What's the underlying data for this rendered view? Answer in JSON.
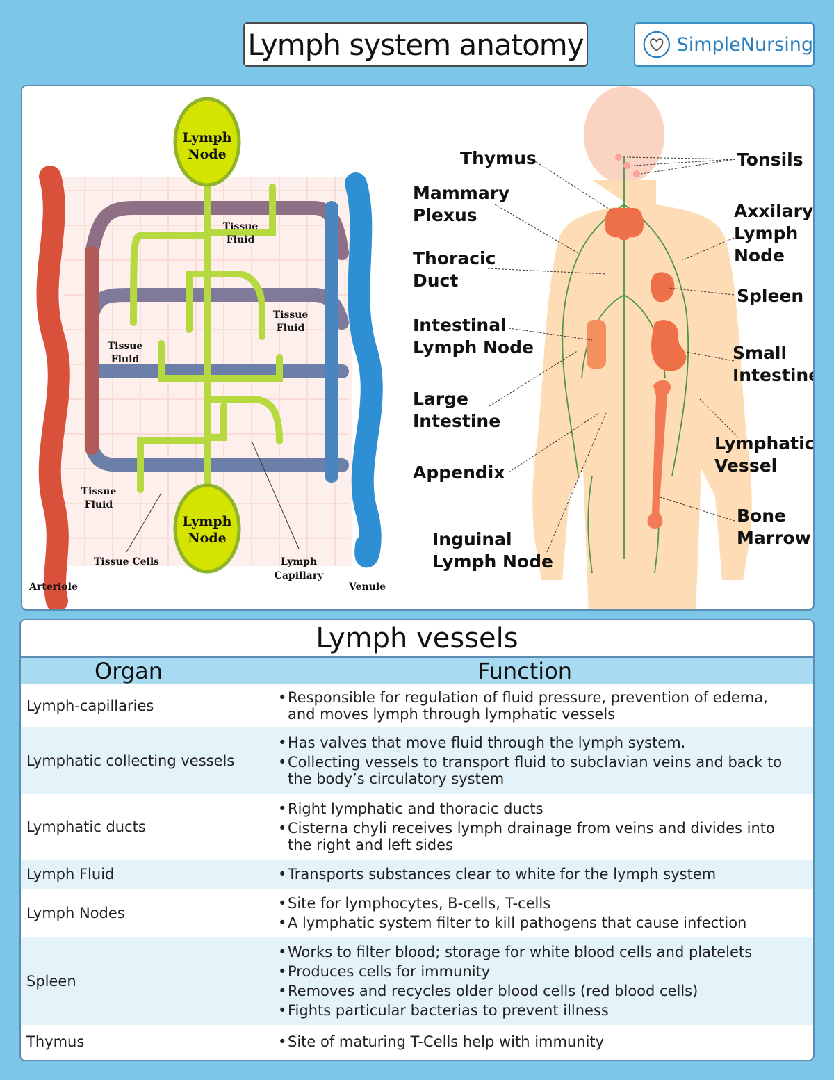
{
  "header": {
    "title": "Lymph system anatomy",
    "brand": "SimpleNursing"
  },
  "capillary_diagram": {
    "lymph_node_top": [
      "Lymph",
      "Node"
    ],
    "lymph_node_bottom": [
      "Lymph",
      "Node"
    ],
    "tissue_fluid": [
      "Tissue",
      "Fluid"
    ],
    "tissue_cells": "Tissue Cells",
    "lymph_capillary": [
      "Lymph",
      "Capillary"
    ],
    "arteriole": "Arteriole",
    "venule": "Venule"
  },
  "body_diagram": {
    "thymus": "Thymus",
    "mammary_plexus": [
      "Mammary",
      "Plexus"
    ],
    "thoracic_duct": [
      "Thoracic",
      "Duct"
    ],
    "intestinal_lymph_node": [
      "Intestinal",
      "Lymph Node"
    ],
    "large_intestine": [
      "Large",
      "Intestine"
    ],
    "appendix": "Appendix",
    "inguinal_lymph_node": [
      "Inguinal",
      "Lymph Node"
    ],
    "tonsils": "Tonsils",
    "axillary_lymph_node": [
      "Axxilary",
      "Lymph",
      "Node"
    ],
    "spleen": "Spleen",
    "small_intestine": [
      "Small",
      "Intestine"
    ],
    "lymphatic_vessel": [
      "Lymphatic",
      "Vessel"
    ],
    "bone_marrow": [
      "Bone",
      "Marrow"
    ]
  },
  "table": {
    "title": "Lymph vessels",
    "col_organ": "Organ",
    "col_function": "Function",
    "rows": [
      {
        "organ": "Lymph-capillaries",
        "functions": [
          "Responsible for regulation of fluid pressure, prevention of edema, and moves lymph through lymphatic vessels"
        ]
      },
      {
        "organ": "Lymphatic collecting vessels",
        "functions": [
          "Has valves that move fluid through the lymph system.",
          "Collecting vessels to transport fluid to subclavian veins and back to the body’s circulatory system"
        ]
      },
      {
        "organ": "Lymphatic ducts",
        "functions": [
          "Right lymphatic and thoracic ducts",
          "Cisterna chyli receives lymph drainage from veins and divides into the right and left sides"
        ]
      },
      {
        "organ": "Lymph Fluid",
        "functions": [
          "Transports substances clear to white for the lymph system"
        ]
      },
      {
        "organ": "Lymph Nodes",
        "functions": [
          "Site for lymphocytes, B-cells, T-cells",
          "A lymphatic system filter to kill pathogens that cause infection"
        ]
      },
      {
        "organ": "Spleen",
        "functions": [
          "Works to filter blood; storage for white blood cells and platelets",
          "Produces cells for immunity",
          "Removes and recycles older blood cells (red blood cells)",
          "Fights particular bacterias to prevent illness"
        ]
      },
      {
        "organ": "Thymus",
        "functions": [
          "Site of maturing T-Cells help with immunity"
        ]
      }
    ]
  }
}
